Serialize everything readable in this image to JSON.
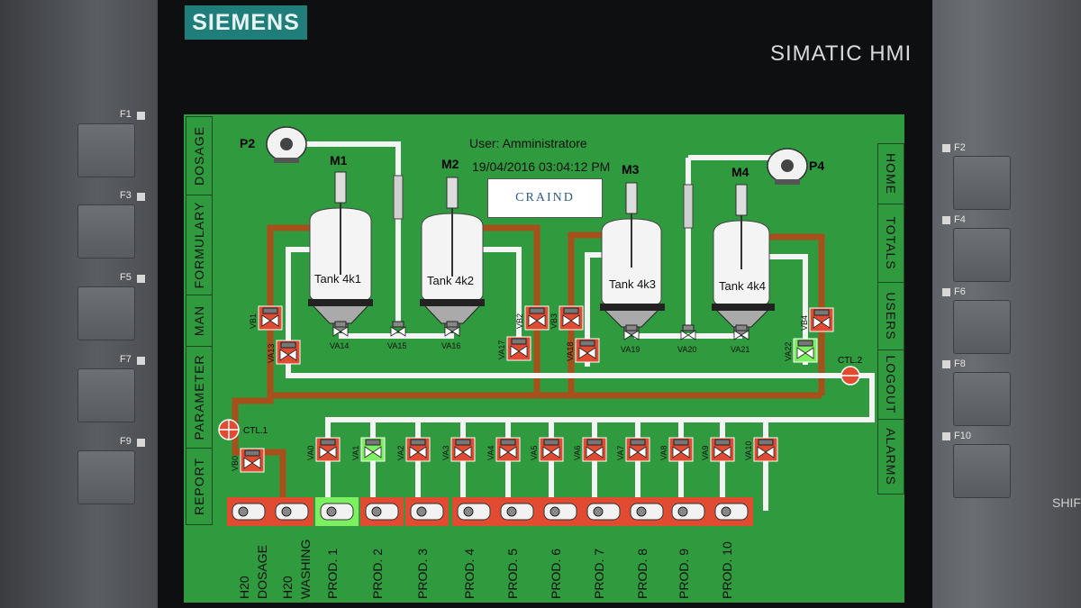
{
  "device": {
    "brand": "SIEMENS",
    "model": "SIMATIC HMI"
  },
  "fkeys_left": [
    "F1",
    "F3",
    "F5",
    "F7",
    "F9"
  ],
  "fkeys_right": [
    "F2",
    "F4",
    "F6",
    "F8",
    "F10"
  ],
  "edge_label": "SHIF",
  "nav_left": [
    "DOSAGE",
    "FORMULARY",
    "MAN",
    "PARAMETER",
    "REPORT"
  ],
  "nav_right": [
    "HOME",
    "TOTALS",
    "USERS",
    "LOGOUT",
    "ALARMS"
  ],
  "header": {
    "user": "User: Amministratore",
    "datetime": "19/04/2016 03:04:12 PM"
  },
  "logo_text": "CRAIND",
  "pumps": [
    "P2",
    "P4"
  ],
  "mixers": [
    "M1",
    "M2",
    "M3",
    "M4"
  ],
  "tanks": [
    "Tank 4k1",
    "Tank 4k2",
    "Tank 4k3",
    "Tank 4k4"
  ],
  "valves": [
    "VB1",
    "VB2",
    "VB3",
    "VB4",
    "VB0",
    "VA13",
    "VA14",
    "VA15",
    "VA16",
    "VA17",
    "VA18",
    "VA19",
    "VA20",
    "VA21",
    "VA22",
    "VA0",
    "VA1",
    "VA2",
    "VA3",
    "VA4",
    "VA5",
    "VA6",
    "VA7",
    "VA8",
    "VA9",
    "VA10"
  ],
  "valve_states": {
    "VA1": "open",
    "VA22": "open"
  },
  "controllers": [
    "CTL.1",
    "CTL.2"
  ],
  "outputs": [
    [
      "H20",
      "DOSAGE"
    ],
    [
      "H20",
      "WASHING"
    ],
    [
      "PROD. 1"
    ],
    [
      "PROD. 2"
    ],
    [
      "PROD. 3"
    ],
    [
      "PROD. 4"
    ],
    [
      "PROD. 5"
    ],
    [
      "PROD. 6"
    ],
    [
      "PROD. 7"
    ],
    [
      "PROD. 8"
    ],
    [
      "PROD. 9"
    ],
    [
      "PROD. 10"
    ]
  ],
  "active_output": "PROD. 1",
  "colors": {
    "screen": "#2f9a3e",
    "valve_closed": "#e04b32",
    "valve_open": "#7cf060",
    "pipe_hot": "#a8501c",
    "pipe_cold": "#f4f4f4"
  }
}
